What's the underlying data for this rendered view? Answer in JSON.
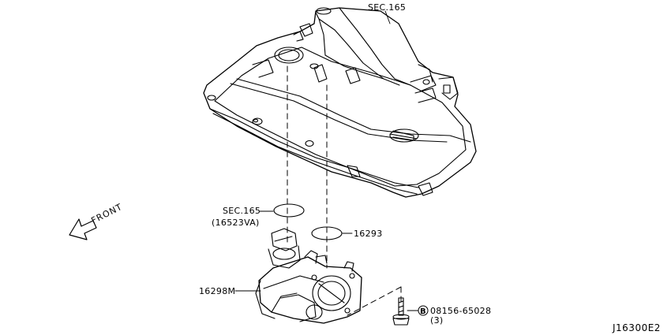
{
  "labels": {
    "sec165_top": "SEC.165",
    "sec165_left": "SEC.165",
    "part_16523va": "(16523VA)",
    "part_16293": "16293",
    "part_16298m": "16298M",
    "bolt_marker": "B",
    "part_bolt": "08156-65028",
    "bolt_qty": "(3)",
    "front": "FRONT",
    "diagram_code": "J16300E2"
  }
}
